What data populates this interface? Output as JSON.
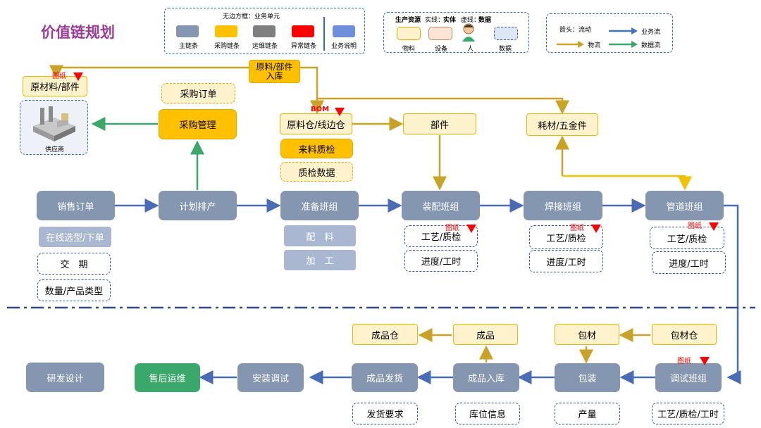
{
  "title": "价值链规划",
  "legend1": {
    "title": "无边方框：业务单元",
    "items": [
      "主链条",
      "采购链条",
      "运维链条",
      "异常链条",
      "业务说明"
    ],
    "colors": [
      "#8596b0",
      "#ffc000",
      "#7f7f7f",
      "#ff0000",
      "#6f8fdc"
    ]
  },
  "legend2": {
    "title_a": "生产资源",
    "title_b": "实线：",
    "title_c": "实体",
    "title_d": "虚线：",
    "title_e": "数据",
    "items": [
      "物料",
      "设备",
      "人",
      "数据"
    ]
  },
  "legend3": {
    "arrow_label": "箭头：流动",
    "business_flow": "业务流",
    "material_flow": "物流",
    "data_flow": "数据流",
    "colors": {
      "business": "#4472c4",
      "material": "#c9a227",
      "data": "#3aa86b"
    }
  },
  "top": {
    "raw_parts": "原材料/部件",
    "drawing": "图纸",
    "supplier": "供应商",
    "purchase_order": "采购订单",
    "purchase_mgmt": "采购管理",
    "inbound": "原料/部件\n入库",
    "bom": "BOM",
    "warehouse": "原料仓/线边仓",
    "incoming_qc": "来料质检",
    "qc_data": "质检数据",
    "parts": "部件",
    "consumables": "耗材/五金件"
  },
  "row1": {
    "sales_order": "销售订单",
    "planning": "计划排产",
    "prep_team": "准备班组",
    "assembly_team": "装配班组",
    "welding_team": "焊接班组",
    "pipe_team": "管道班组"
  },
  "row1_notes": {
    "online_select": "在线选型/下单",
    "delivery_date": "交　期",
    "qty_type": "数量/产品类型",
    "material_prep": "配　料",
    "processing": "加　工",
    "process_qc": "工艺/质检",
    "progress_hours": "进度/工时",
    "drawing": "图纸"
  },
  "bottom": {
    "rnd": "研发设计",
    "after_sales": "售后运维",
    "install": "安装调试",
    "ship": "成品发货",
    "fg_inbound": "成品入库",
    "packing": "包装",
    "debug_team": "调试班组",
    "fg_warehouse": "成品仓",
    "finished": "成品",
    "pack_material": "包材",
    "pack_warehouse": "包材仓",
    "ship_req": "发货要求",
    "location_info": "库位信息",
    "output": "产量",
    "debug_note": "工艺/质检/工时",
    "drawing": "图纸"
  }
}
